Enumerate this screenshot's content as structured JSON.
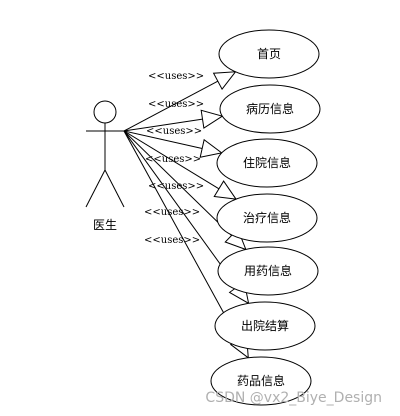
{
  "actor": {
    "label": "医生"
  },
  "relation_label": "<<uses>>",
  "use_cases": [
    {
      "label": "首页"
    },
    {
      "label": "病历信息"
    },
    {
      "label": "住院信息"
    },
    {
      "label": "治疗信息"
    },
    {
      "label": "用药信息"
    },
    {
      "label": "出院结算"
    },
    {
      "label": "药品信息"
    }
  ],
  "watermark": "CSDN @vx2_Biye_Design"
}
